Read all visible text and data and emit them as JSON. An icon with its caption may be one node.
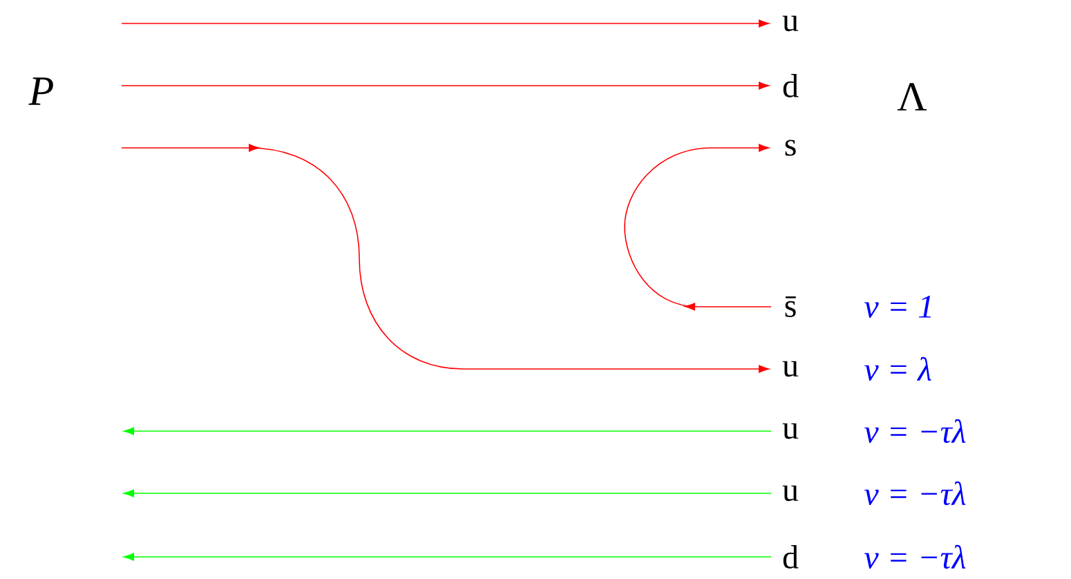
{
  "diagram": {
    "nodes": [
      {
        "text": [
          "u"
        ]
      },
      {
        "text": [
          "d"
        ]
      },
      {
        "text": [
          "s"
        ]
      },
      {
        "text": [
          "s̄"
        ],
        "beside": [
          "ν = 1"
        ]
      },
      {
        "text": [
          "u"
        ],
        "beside": [
          "ν = λ"
        ]
      },
      {
        "text": [
          "u"
        ],
        "beside": [
          "ν = −τλ"
        ]
      },
      {
        "text": [
          "u"
        ],
        "beside": [
          "ν = −τλ"
        ]
      },
      {
        "text": [
          "d"
        ],
        "beside": [
          "ν = −τλ"
        ]
      }
    ],
    "edges": [
      {
        "from": null,
        "to": 0,
        "arrow": "to"
      },
      {
        "from": null,
        "to": 1,
        "arrow": "to"
      },
      {
        "from": null,
        "to": 4,
        "arrow": "to"
      },
      {
        "from": 3,
        "to": 2,
        "arrow": "to"
      },
      {
        "from": 5,
        "to": null,
        "arrow": "to",
        "color": "#00ff00"
      },
      {
        "from": 6,
        "to": null,
        "arrow": "to",
        "color": "#00ff00"
      },
      {
        "from": 7,
        "to": null,
        "arrow": "to",
        "color": "#00ff00"
      }
    ],
    "labels": [
      "P",
      "Λ"
    ]
  }
}
